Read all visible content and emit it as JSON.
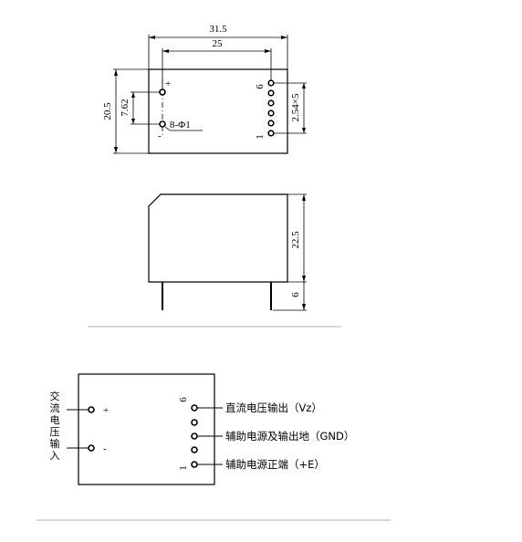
{
  "top_view": {
    "dim_overall_width": "31.5",
    "dim_pin_span": "25",
    "dim_height": "20.5",
    "dim_input_pitch": "7.62",
    "dim_output_pitch": "2.54×5",
    "hole_note": "8-Φ1",
    "plus_sign": "+",
    "minus_sign": "-",
    "pin_label_top": "6",
    "pin_label_bottom": "1"
  },
  "side_view": {
    "dim_body_height": "22.5",
    "dim_lead_length": "6"
  },
  "schematic": {
    "input_label": "交流电压输入",
    "input_chars": [
      "交",
      "流",
      "电",
      "压",
      "输",
      "入"
    ],
    "plus_label": "+",
    "minus_label": "-",
    "pin_label_top": "6",
    "pin_label_bottom": "1",
    "out_vz": "直流电压输出（Vz）",
    "out_gnd": "辅助电源及输出地（GND）",
    "out_pos": "辅助电源正端（+E）"
  }
}
